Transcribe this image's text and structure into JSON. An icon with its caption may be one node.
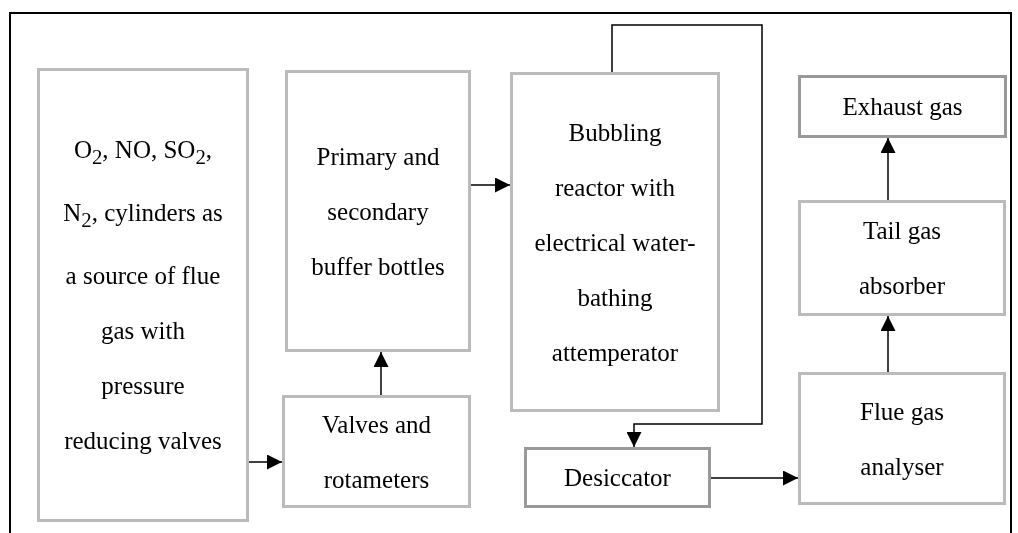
{
  "diagram": {
    "nodes": [
      {
        "text": [
          "O$_{2}$, NO, SO$_{2}$, N$_{2}$, cylinders as a source of flue gas with pressure reducing valves"
        ]
      },
      {
        "text": [
          "Primary and secondary buffer bottles"
        ]
      },
      {
        "text": [
          "Valves and rotameters"
        ]
      },
      {
        "text": [
          "Bubbling reactor with electrical water-bathing attemperator"
        ]
      },
      {
        "text": [
          "Desiccator"
        ]
      },
      {
        "text": [
          "Flue gas analyser"
        ]
      },
      {
        "text": [
          "Tail gas absorber"
        ]
      },
      {
        "text": [
          "Exhaust gas"
        ]
      }
    ],
    "edges": [
      {
        "from": 0,
        "to": 2,
        "arrow": "to"
      },
      {
        "from": 2,
        "to": 1,
        "arrow": "to"
      },
      {
        "from": 1,
        "to": 3,
        "arrow": "to"
      },
      {
        "from": 3,
        "to": 4,
        "arrow": "to"
      },
      {
        "from": 4,
        "to": 5,
        "arrow": "to"
      },
      {
        "from": 5,
        "to": 6,
        "arrow": "to"
      },
      {
        "from": 6,
        "to": 7,
        "arrow": "to"
      }
    ]
  }
}
